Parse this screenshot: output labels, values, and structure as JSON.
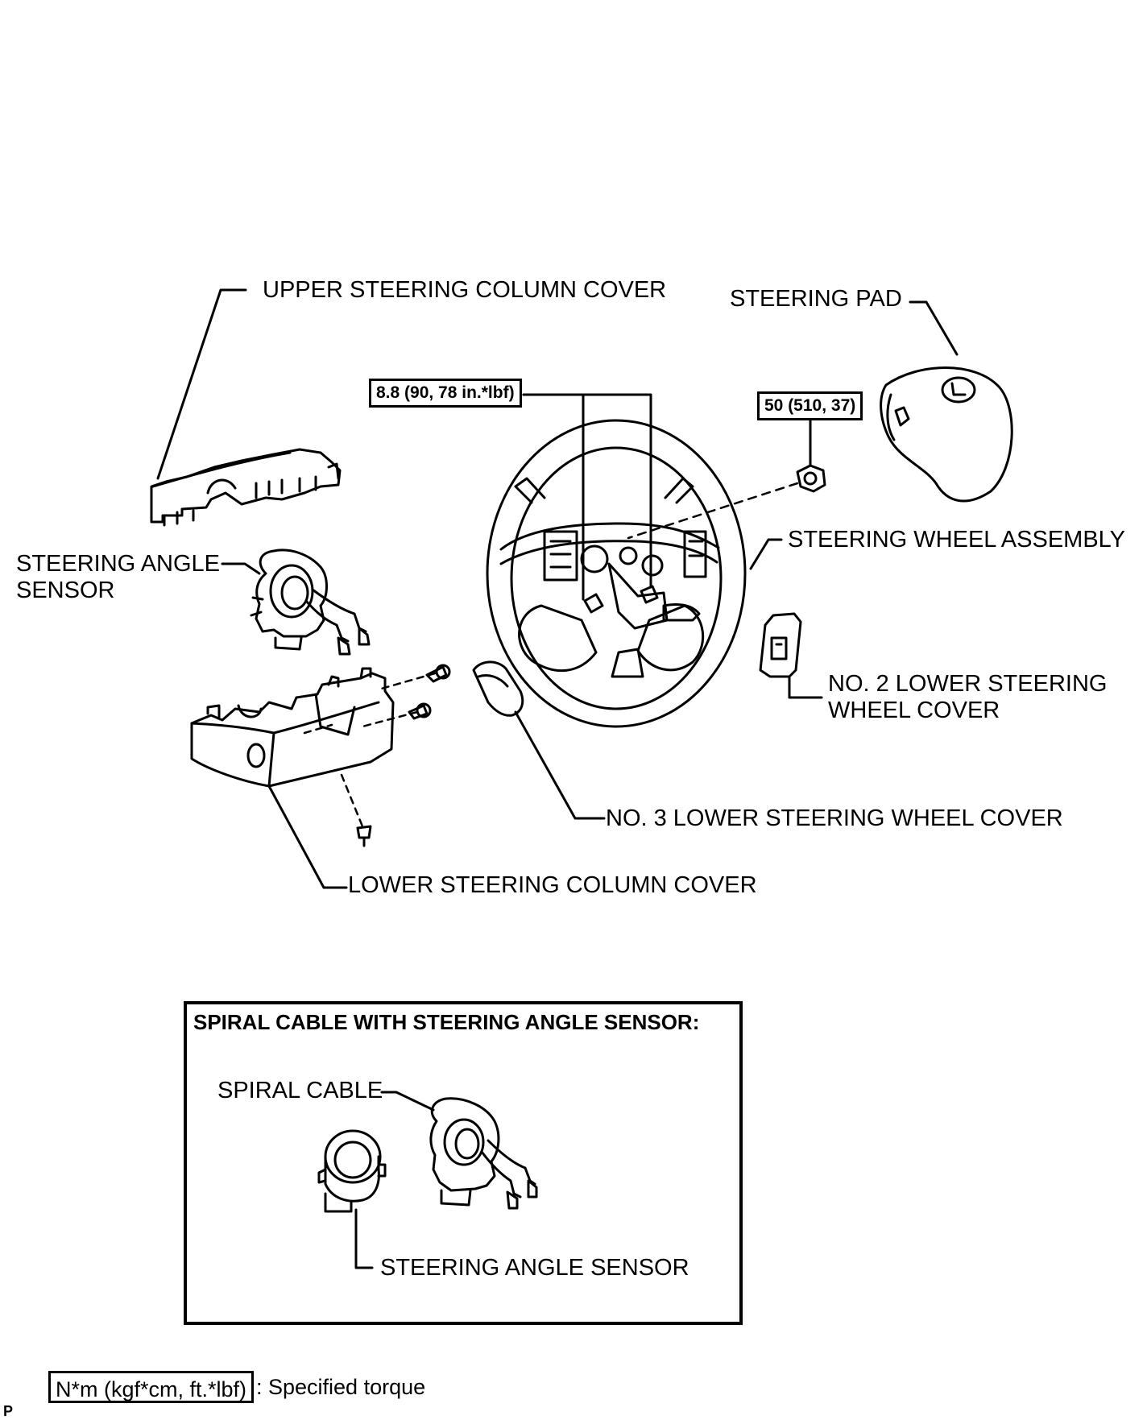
{
  "labels": {
    "upper_column_cover": "UPPER STEERING COLUMN COVER",
    "steering_pad": "STEERING PAD",
    "angle_sensor_line1": "STEERING ANGLE",
    "angle_sensor_line2": "SENSOR",
    "wheel_assembly": "STEERING WHEEL ASSEMBLY",
    "no2_cover_line1": "NO. 2 LOWER STEERING",
    "no2_cover_line2": "WHEEL COVER",
    "no3_cover": "NO. 3 LOWER STEERING WHEEL COVER",
    "lower_column_cover": "LOWER STEERING COLUMN COVER"
  },
  "torque_specs": {
    "wheel_screws": "8.8 (90, 78 in.*lbf)",
    "wheel_nut": "50 (510, 37)"
  },
  "inset": {
    "title": "SPIRAL CABLE WITH STEERING ANGLE SENSOR:",
    "spiral_cable": "SPIRAL CABLE",
    "steering_angle_sensor": "STEERING ANGLE SENSOR"
  },
  "legend": {
    "unit_box": "N*m (kgf*cm, ft.*lbf)",
    "description": ": Specified torque"
  },
  "corner_mark": "P"
}
